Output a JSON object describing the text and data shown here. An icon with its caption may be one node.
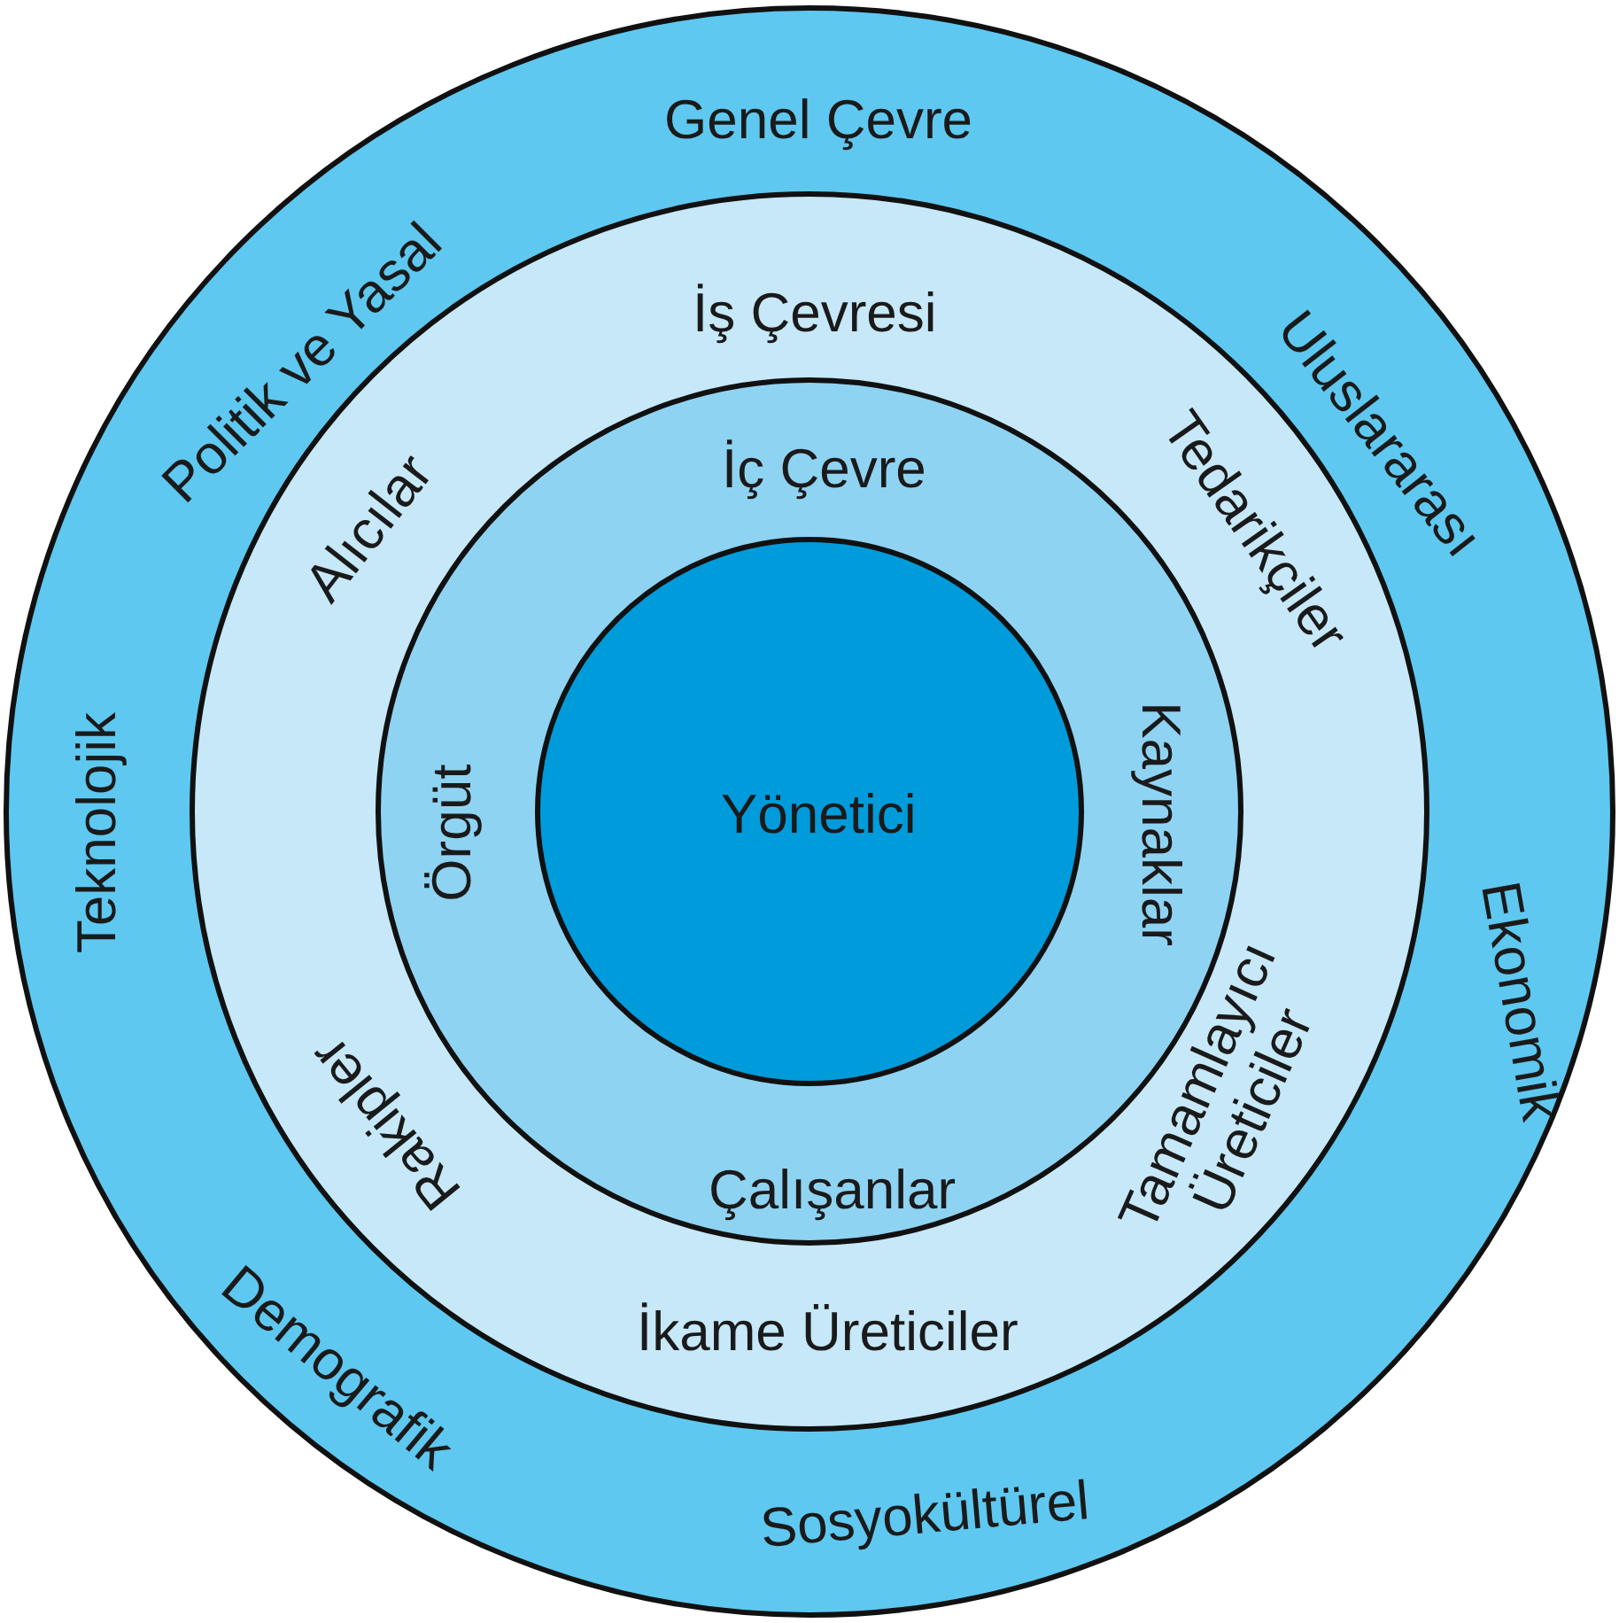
{
  "diagram": {
    "nodes": [
      {
        "text": [
          "Genel Çevre"
        ]
      },
      {
        "text": [
          "İş Çevresi"
        ],
        "in": 0
      },
      {
        "text": [
          "İç Çevre"
        ],
        "in": 1
      },
      {
        "text": [
          "Yönetici"
        ],
        "in": 2
      }
    ],
    "labels": [
      "Politik ve Yasal",
      "Uluslararası",
      "Alıcılar",
      "Tedarikçiler",
      "Teknolojik",
      "Örgüt",
      "Kaynaklar",
      "Ekonomik",
      "Rakipler",
      "Tamamlayıcı Üreticiler",
      "Çalışanlar",
      "İkame Üreticiler",
      "Demografik",
      "Sosyokültürel"
    ]
  }
}
